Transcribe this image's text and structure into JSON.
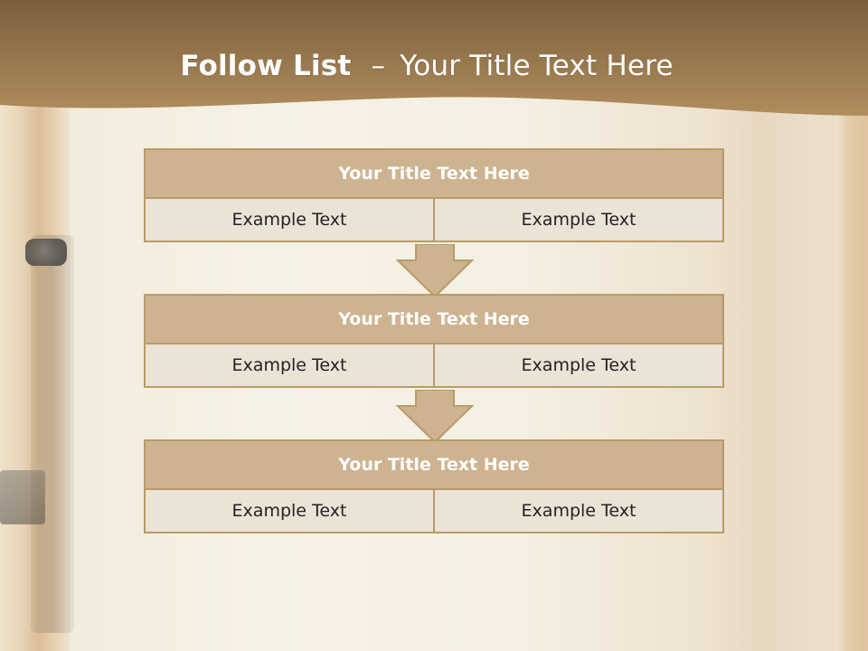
{
  "header": {
    "title_bold": "Follow List",
    "title_dash": "–",
    "title_rest": "Your Title Text Here"
  },
  "blocks": [
    {
      "title": "Your Title Text Here",
      "cells": [
        "Example Text",
        "Example Text"
      ]
    },
    {
      "title": "Your Title Text Here",
      "cells": [
        "Example Text",
        "Example Text"
      ]
    },
    {
      "title": "Your Title Text Here",
      "cells": [
        "Example Text",
        "Example Text"
      ]
    }
  ],
  "colors": {
    "header_band_dark": "#7b5f3b",
    "header_band_light": "#b08d5e",
    "box_fill": "#cdb38f",
    "cell_fill": "#ece3d7",
    "border": "#b99b67",
    "arrow_fill": "#cdb38f"
  }
}
